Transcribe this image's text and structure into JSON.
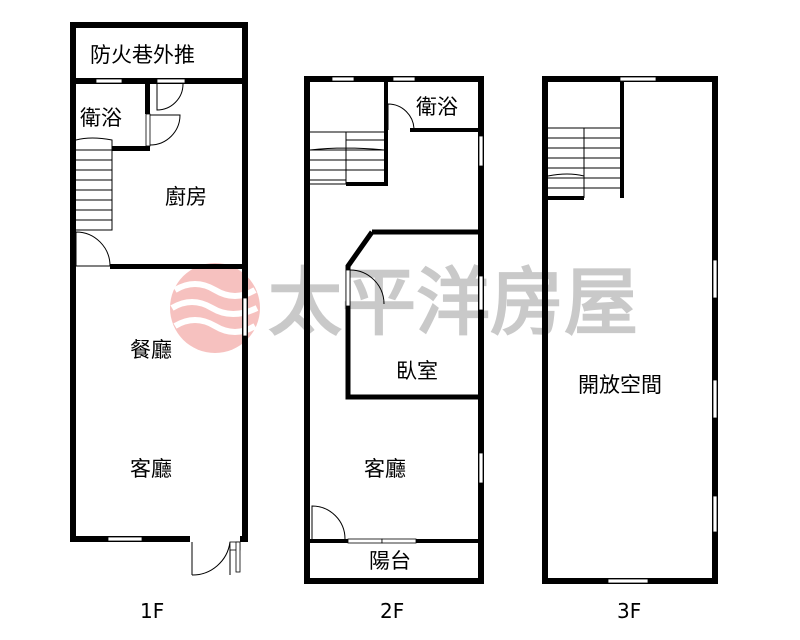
{
  "floors": [
    {
      "label": "1F",
      "rooms": [
        "防火巷外推",
        "衛浴",
        "廚房",
        "餐廳",
        "客廳"
      ]
    },
    {
      "label": "2F",
      "rooms": [
        "衛浴",
        "臥室",
        "客廳",
        "陽台"
      ]
    },
    {
      "label": "3F",
      "rooms": [
        "開放空間"
      ]
    }
  ],
  "watermark": {
    "text": "太平洋房屋",
    "logo_color": "#e8504a"
  }
}
